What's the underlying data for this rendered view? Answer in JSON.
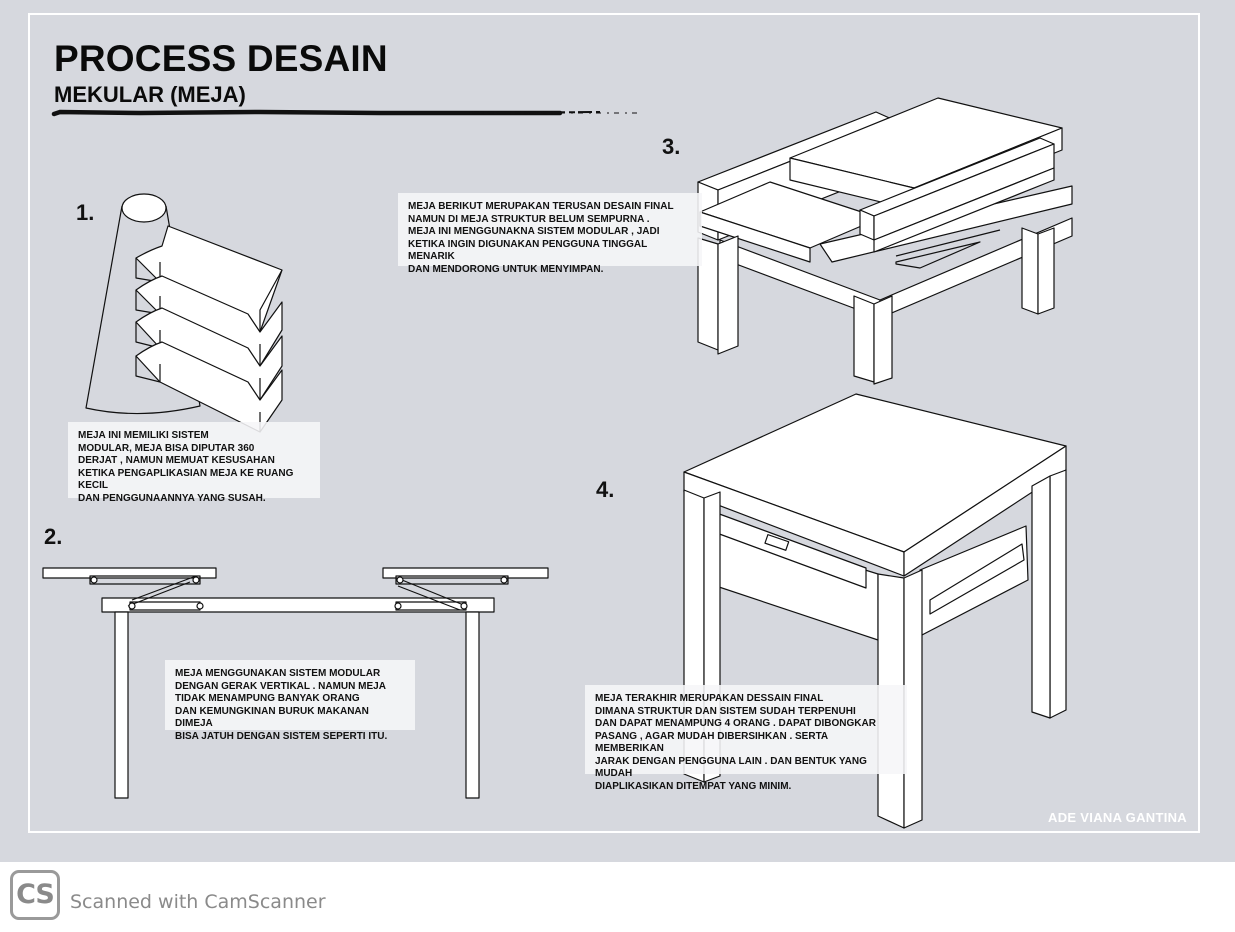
{
  "page": {
    "title": "PROCESS DESAIN",
    "subtitle": "MEKULAR (MEJA)",
    "author": "ADE VIANA GANTINA"
  },
  "steps": [
    {
      "number": "1.",
      "caption": "MEJA INI MEMILIKI SISTEM\nMODULAR, MEJA BISA DIPUTAR 360\nDERJAT , NAMUN MEMUAT KESUSAHAN\nKETIKA PENGAPLIKASIAN MEJA KE RUANG KECIL\nDAN PENGGUNAANNYA YANG SUSAH."
    },
    {
      "number": "2.",
      "caption": "MEJA MENGGUNAKAN SISTEM MODULAR\nDENGAN GERAK VERTIKAL . NAMUN MEJA\nTIDAK MENAMPUNG BANYAK ORANG\nDAN KEMUNGKINAN BURUK MAKANAN DIMEJA\nBISA JATUH DENGAN SISTEM SEPERTI ITU."
    },
    {
      "number": "3.",
      "caption": "MEJA BERIKUT MERUPAKAN TERUSAN DESAIN FINAL\nNAMUN DI MEJA STRUKTUR BELUM SEMPURNA .\nMEJA INI MENGGUNAKNA SISTEM MODULAR , JADI\nKETIKA INGIN DIGUNAKAN PENGGUNA TINGGAL MENARIK\nDAN MENDORONG UNTUK MENYIMPAN."
    },
    {
      "number": "4.",
      "caption": "MEJA TERAKHIR MERUPAKAN DESSAIN FINAL\nDIMANA STRUKTUR DAN SISTEM SUDAH TERPENUHI\nDAN DAPAT MENAMPUNG 4 ORANG . DAPAT DIBONGKAR\nPASANG , AGAR MUDAH DIBERSIHKAN . SERTA MEMBERIKAN\nJARAK DENGAN PENGGUNA LAIN . DAN BENTUK YANG MUDAH\nDIAPLIKASIKAN DITEMPAT YANG MINIM."
    }
  ],
  "footer": {
    "logo_text": "CS",
    "text": "Scanned with CamScanner"
  },
  "colors": {
    "background": "#d6d8de",
    "frame": "#ffffff",
    "ink": "#111111"
  }
}
